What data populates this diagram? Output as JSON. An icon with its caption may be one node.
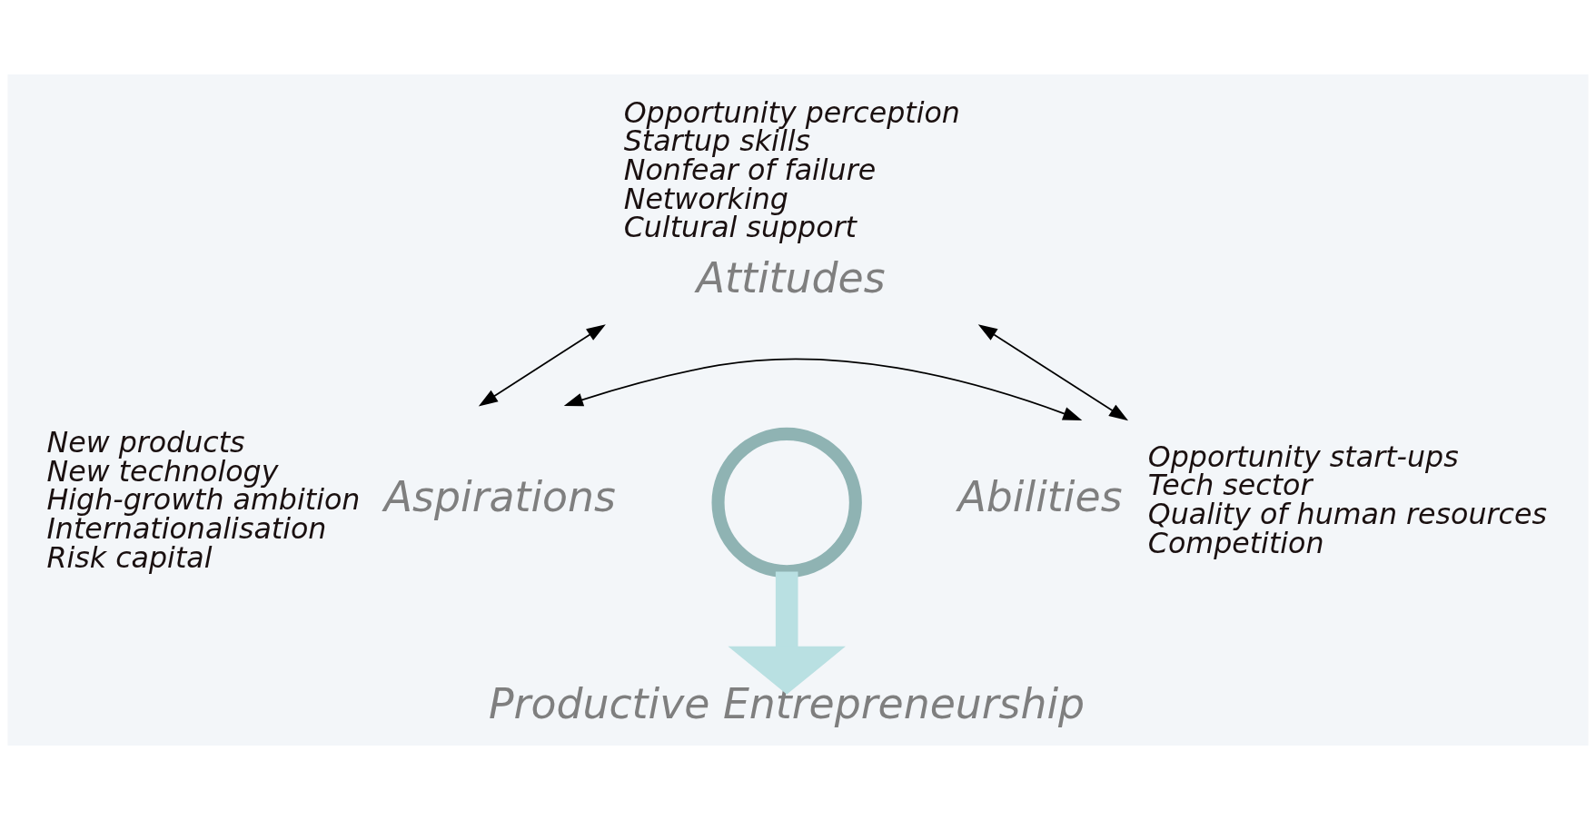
{
  "diagram": {
    "nodes": [
      {
        "text": [
          "Attitudes"
        ],
        "beside": [
          "Opportunity perception",
          "Startup skills",
          "Nonfear of failure",
          "Networking",
          "Cultural support"
        ]
      },
      {
        "text": [
          "Aspirations"
        ],
        "beside": [
          "New products",
          "New technology",
          "High-growth ambition",
          "Internationalisation",
          "Risk capital"
        ]
      },
      {
        "text": [],
        "shape": "circle"
      },
      {
        "text": [
          "Abilities"
        ],
        "beside": [
          "Opportunity start-ups",
          "Tech sector",
          "Quality of human resources",
          "Competition"
        ]
      },
      {
        "text": [
          "Productive Entrepreneurship"
        ]
      }
    ],
    "edges": [
      {
        "from": 0,
        "to": 1,
        "arrow": "both"
      },
      {
        "from": 0,
        "to": 3,
        "arrow": "both"
      },
      {
        "from": 1,
        "to": 3,
        "arrow": "both"
      },
      {
        "from": 2,
        "to": 4,
        "arrow": "to",
        "style": "thick",
        "color": "#b9e0e2"
      }
    ]
  }
}
